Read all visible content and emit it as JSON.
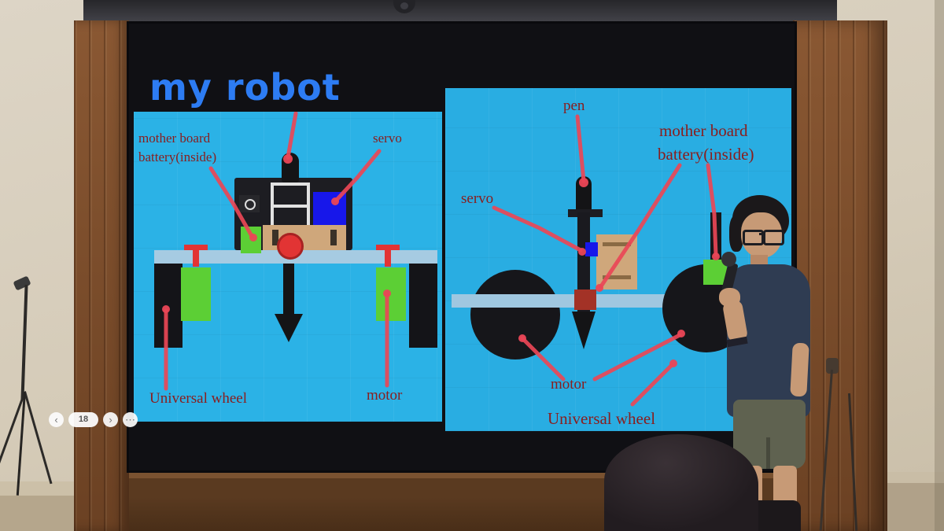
{
  "slide": {
    "title": "my robot",
    "diagrams": {
      "left": {
        "motherboard_line1": "mother board",
        "motherboard_line2": "battery(inside)",
        "servo": "servo",
        "universal_wheel": "Universal wheel",
        "motor": "motor"
      },
      "right": {
        "pen": "pen",
        "motherboard_line1": "mother board",
        "motherboard_line2": "battery(inside)",
        "servo": "servo",
        "motor": "motor",
        "universal_wheel": "Universal wheel"
      }
    }
  },
  "presenter_controls": {
    "prev": "‹",
    "page": "18",
    "next": "›",
    "more": "⋯"
  },
  "colors": {
    "slide_background": "#101014",
    "panel_cyan": "#2bb2e6",
    "title_blue": "#2d7cf3",
    "label_maroon": "#8a1d1d",
    "annotation_red": "#ea4656",
    "part_green": "#5ccf35",
    "part_blue": "#1717ea",
    "part_tan": "#cfa77b",
    "chassis_blue": "#a6cbe2",
    "wood_brown": "#7d4e2a",
    "wall_beige": "#d8cfbe"
  }
}
